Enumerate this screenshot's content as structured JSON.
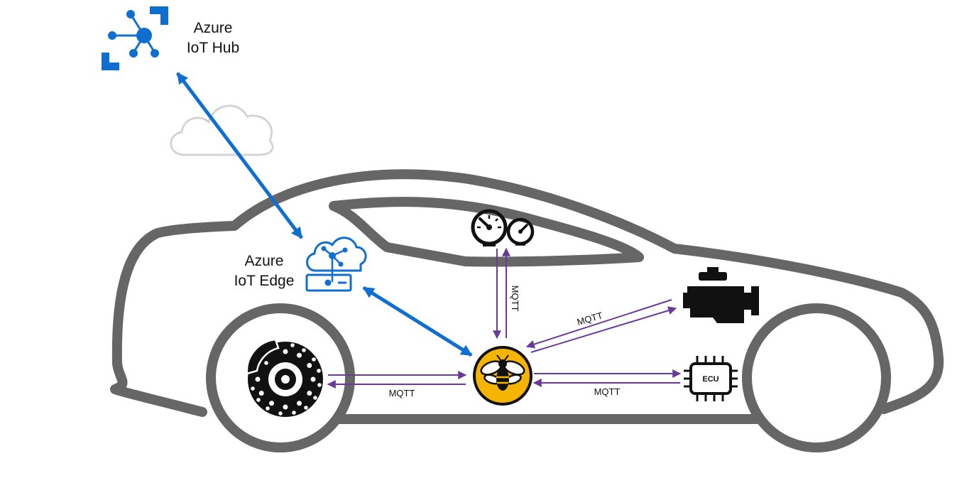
{
  "hub": {
    "line1": "Azure",
    "line2": "IoT Hub"
  },
  "edge": {
    "line1": "Azure",
    "line2": "IoT Edge"
  },
  "links": {
    "gauges": "MQTT",
    "engine": "MQTT",
    "brake": "MQTT",
    "ecu": "MQTT"
  },
  "ecu_chip": "ECU",
  "icons": {
    "hub": "azure-iot-hub-icon",
    "edge": "azure-iot-edge-icon",
    "cloud": "cloud-icon",
    "car": "car-outline",
    "gauges": "dashboard-gauges-icon",
    "engine": "engine-icon",
    "brake": "disc-brake-icon",
    "broker": "hivemq-bee-icon",
    "ecu": "ecu-chip-icon"
  },
  "colors": {
    "azure_blue": "#0F6FD1",
    "mqtt_purple": "#6A3A9B",
    "broker_yellow": "#F5B400",
    "car_outline": "#666666",
    "cloud_outline": "#D4D4D4"
  }
}
